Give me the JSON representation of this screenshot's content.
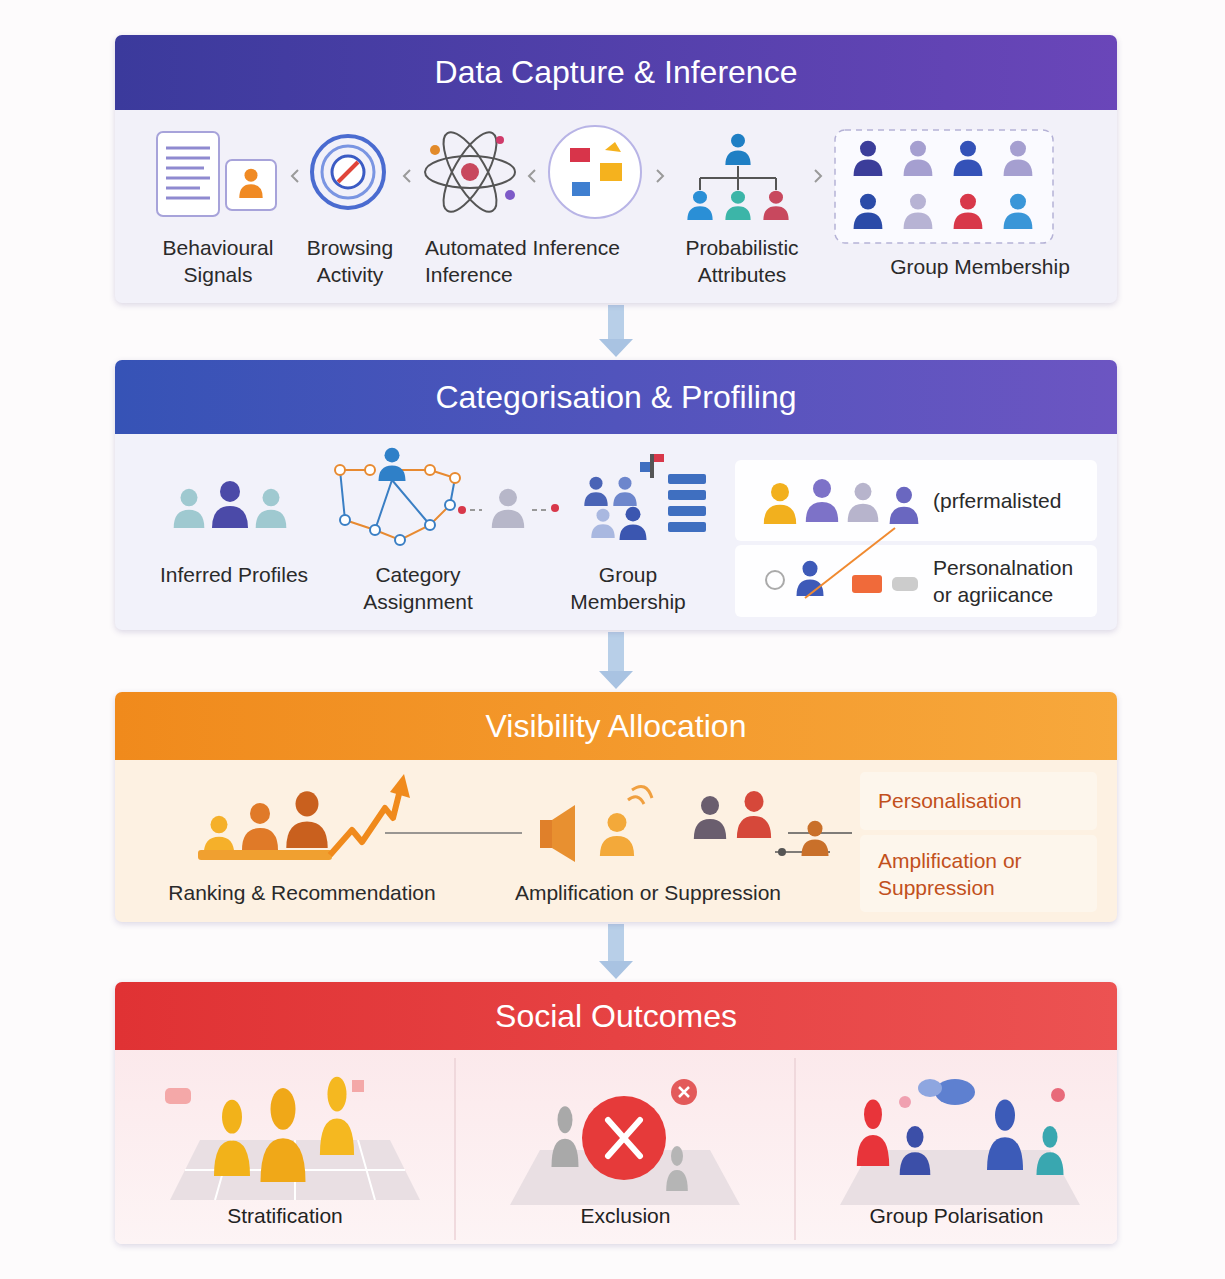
{
  "diagram": {
    "nodes": [
      {
        "text": [
          "Data Capture & Inference"
        ]
      },
      {
        "text": [
          "Group Membership"
        ],
        "in": 0
      },
      {
        "text": [
          "Categorisation & Profiling"
        ]
      },
      {
        "text": [
          "(prfermalisted"
        ],
        "in": 2
      },
      {
        "text": [
          "Personalnation or agriicance"
        ],
        "in": 2
      },
      {
        "text": [
          "Visibility Allocation"
        ]
      },
      {
        "text": [
          "Personalisation"
        ],
        "in": 5
      },
      {
        "text": [
          "Amplification or Suppression"
        ],
        "in": 5
      },
      {
        "text": [
          "Social Outcomes"
        ]
      },
      {
        "text": [
          "Stratification"
        ],
        "in": 8
      },
      {
        "text": [
          "Exclusion"
        ],
        "in": 8
      },
      {
        "text": [
          "Group Polarisation"
        ],
        "in": 8
      }
    ],
    "edges": [
      {
        "from": 0,
        "to": 2,
        "arrow": "to"
      },
      {
        "from": 2,
        "to": 5,
        "arrow": "to"
      },
      {
        "from": 5,
        "to": 8,
        "arrow": "to"
      }
    ],
    "labels": [
      "Behavioural Signals",
      "Browsing Activity",
      "Automated Inference",
      "Inference",
      "Probabilistic Attributes",
      "Inferred Profiles",
      "Category Assignment",
      "Group Membership",
      "Ranking & Recommendation",
      "Amplification or Suppression"
    ]
  }
}
